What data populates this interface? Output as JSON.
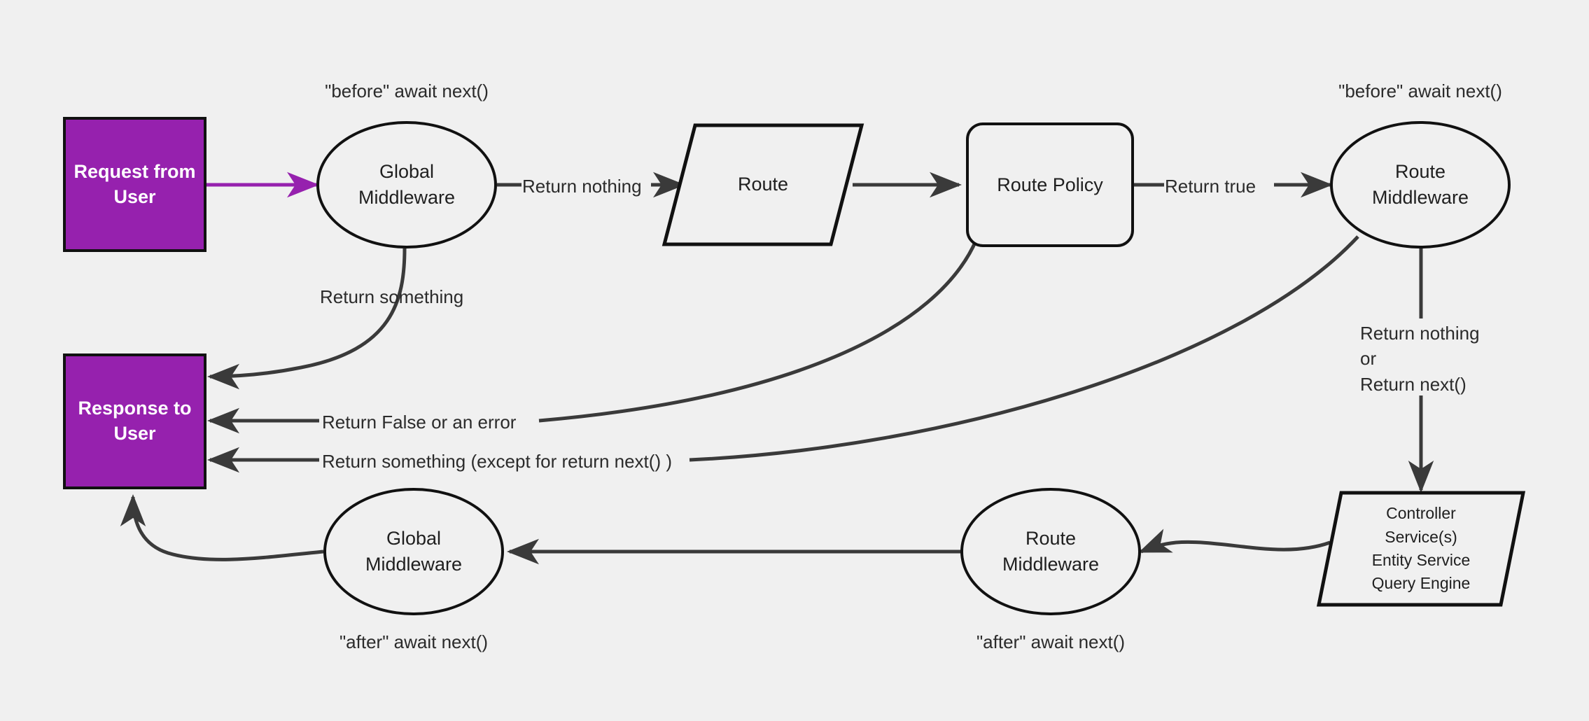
{
  "diagram": {
    "title": "Strapi request lifecycle middleware flow",
    "background_color": "#f0f0f0",
    "accent_color": "#9621ae",
    "stroke_color": "#111111",
    "text_color": "#2b2b2b"
  },
  "nodes": {
    "request_from_user": {
      "label": "Request from\nUser",
      "shape": "terminator"
    },
    "global_middleware_before": {
      "label": "Global\nMiddleware",
      "shape": "ellipse"
    },
    "route": {
      "label": "Route",
      "shape": "parallelogram"
    },
    "route_policy": {
      "label": "Route Policy",
      "shape": "rounded-rect"
    },
    "route_middleware_before": {
      "label": "Route\nMiddleware",
      "shape": "ellipse"
    },
    "controller_stack": {
      "label": "Controller\nService(s)\nEntity Service\nQuery Engine",
      "shape": "parallelogram"
    },
    "route_middleware_after": {
      "label": "Route\nMiddleware",
      "shape": "ellipse"
    },
    "global_middleware_after": {
      "label": "Global\nMiddleware",
      "shape": "ellipse"
    },
    "response_to_user": {
      "label": "Response to\nUser",
      "shape": "terminator"
    }
  },
  "captions": {
    "before_global": "\"before\" await next()",
    "before_route": "\"before\" await next()",
    "after_global": "\"after\" await next()",
    "after_route": "\"after\" await next()"
  },
  "edge_labels": {
    "return_nothing": "Return nothing",
    "return_true": "Return true",
    "return_something": "Return something",
    "return_nothing_or_next": "Return nothing\nor\nReturn next()",
    "return_false_or_error": "Return False or an error",
    "return_something_except_next": "Return something (except for return next() )"
  },
  "edges": [
    {
      "from": "request_from_user",
      "to": "global_middleware_before",
      "label": "",
      "color": "#9621ae"
    },
    {
      "from": "global_middleware_before",
      "to": "route",
      "label": "Return nothing",
      "color": "#3a3a3a"
    },
    {
      "from": "route",
      "to": "route_policy",
      "label": "",
      "color": "#3a3a3a"
    },
    {
      "from": "route_policy",
      "to": "route_middleware_before",
      "label": "Return true",
      "color": "#3a3a3a"
    },
    {
      "from": "global_middleware_before",
      "to": "response_to_user",
      "label": "Return something",
      "color": "#3a3a3a"
    },
    {
      "from": "route_policy",
      "to": "response_to_user",
      "label": "Return False or an error",
      "color": "#3a3a3a"
    },
    {
      "from": "route_middleware_before",
      "to": "response_to_user",
      "label": "Return something (except for return next() )",
      "color": "#3a3a3a"
    },
    {
      "from": "route_middleware_before",
      "to": "controller_stack",
      "label": "Return nothing\nor\nReturn next()",
      "color": "#3a3a3a"
    },
    {
      "from": "controller_stack",
      "to": "route_middleware_after",
      "label": "",
      "color": "#3a3a3a"
    },
    {
      "from": "route_middleware_after",
      "to": "global_middleware_after",
      "label": "",
      "color": "#3a3a3a"
    },
    {
      "from": "global_middleware_after",
      "to": "response_to_user",
      "label": "",
      "color": "#3a3a3a"
    }
  ]
}
